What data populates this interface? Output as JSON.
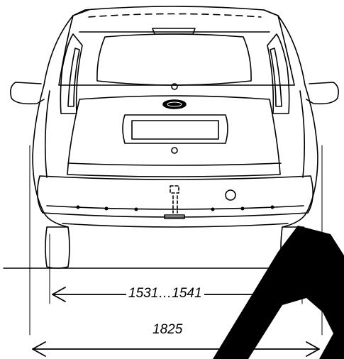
{
  "drawing": {
    "subject": "vehicle-rear-view",
    "line_color": "#000000",
    "background": "#ffffff",
    "watermark_color": "#000000"
  },
  "dimensions": {
    "track_width": "1531…1541",
    "overall_width": "1825"
  }
}
